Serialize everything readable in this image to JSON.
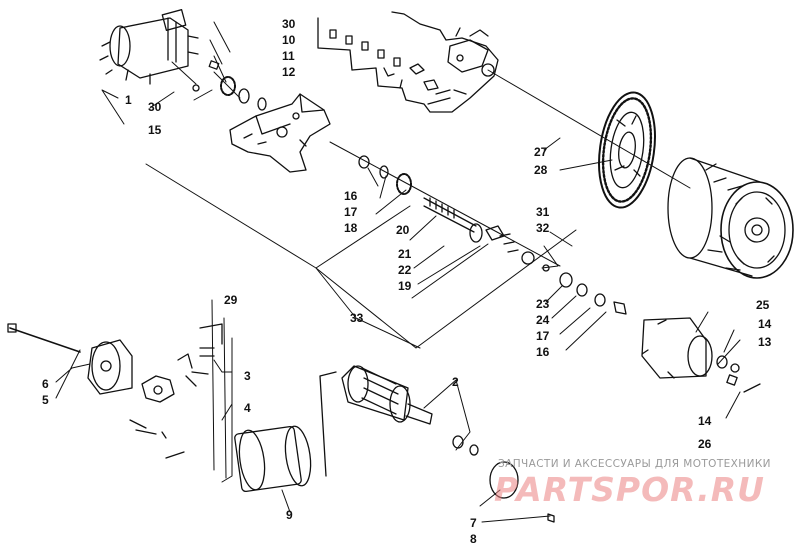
{
  "diagram": {
    "labels": {
      "l1": "1",
      "l2": "2",
      "l3": "3",
      "l4": "4",
      "l5": "5",
      "l6": "6",
      "l7": "7",
      "l8": "8",
      "l9": "9",
      "l10": "10",
      "l11": "11",
      "l12": "12",
      "l13": "13",
      "l14a": "14",
      "l14b": "14",
      "l15": "15",
      "l16a": "16",
      "l16b": "16",
      "l17a": "17",
      "l17b": "17",
      "l18": "18",
      "l19": "19",
      "l20": "20",
      "l21": "21",
      "l22": "22",
      "l23": "23",
      "l24": "24",
      "l25": "25",
      "l26": "26",
      "l27": "27",
      "l28": "28",
      "l29": "29",
      "l30a": "30",
      "l30b": "30",
      "l31": "31",
      "l32": "32",
      "l33": "33"
    }
  },
  "watermark": {
    "caption": "ЗАПЧАСТИ И АКСЕССУАРЫ ДЛЯ МОТОТЕХНИКИ",
    "brand": "PARTSPOR.RU"
  },
  "colors": {
    "ink": "#111111",
    "paper": "#ffffff",
    "watermark": "#e88282"
  }
}
